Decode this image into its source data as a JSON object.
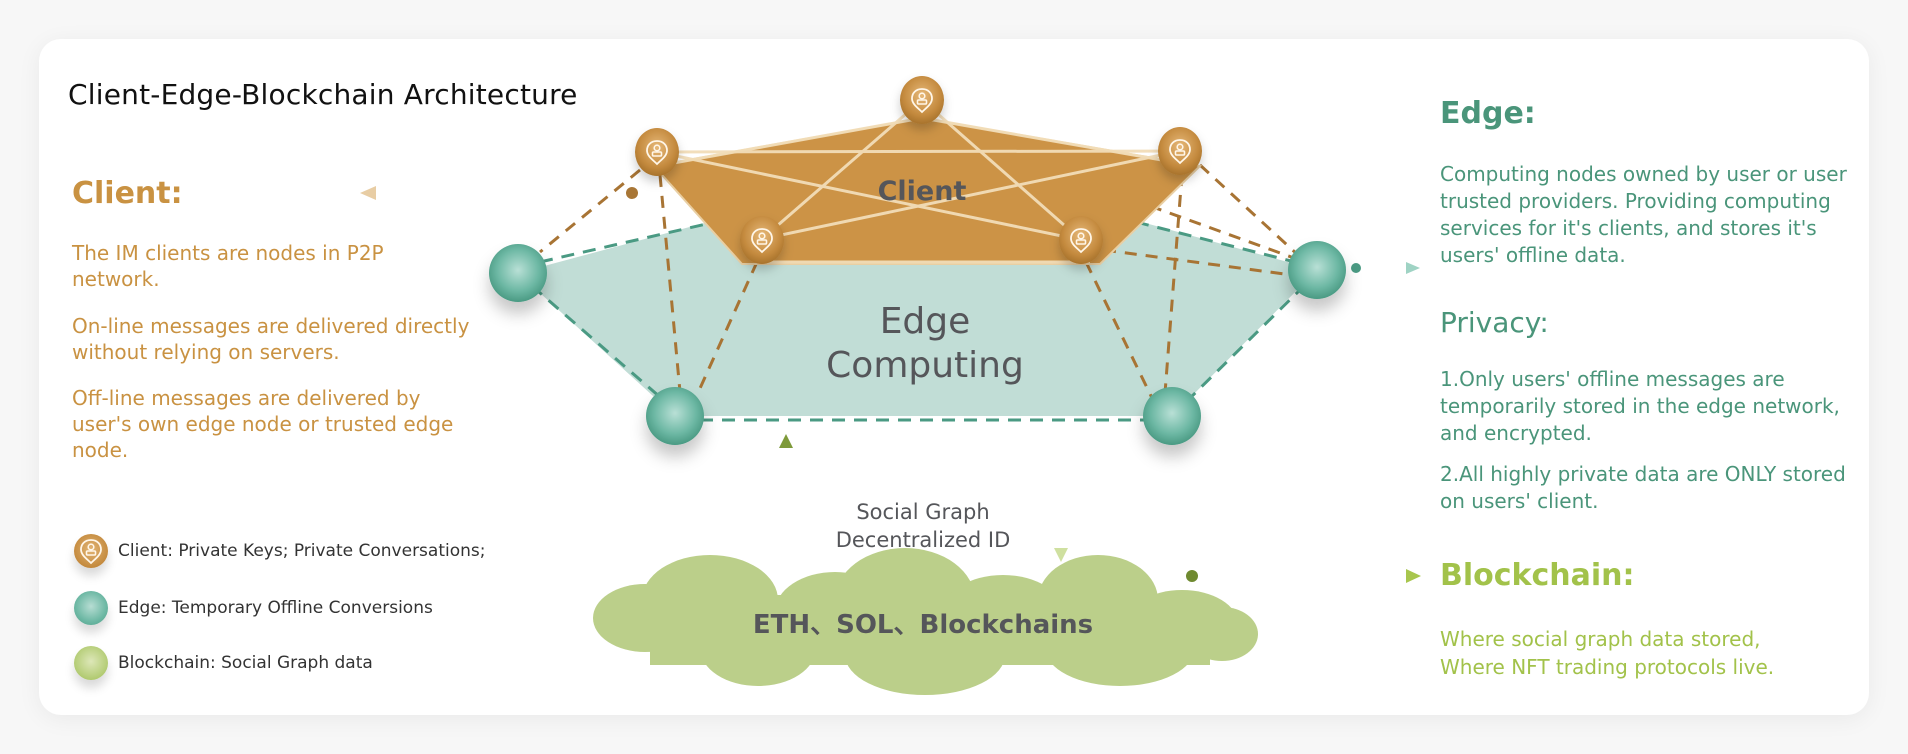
{
  "title": "Client-Edge-Blockchain Architecture",
  "colors": {
    "client": "#C99242",
    "edge": "#4A957A",
    "blockchain": "#A2C24A",
    "client_fill": "#CC9346",
    "edge_fill": "#C1DDD6",
    "cloud_fill": "#BBCF8A",
    "label_text": "#55565A"
  },
  "client_section": {
    "heading": "Client:",
    "paragraphs": [
      "The IM clients are nodes in P2P network.",
      "On-line messages are delivered directly without relying on servers.",
      "Off-line messages are delivered by user's own edge node or trusted edge node."
    ]
  },
  "edge_section": {
    "heading": "Edge:",
    "description": "Computing nodes owned by user or user trusted providers. Providing computing services for it's clients, and stores it's users' offline data.",
    "privacy_heading": "Privacy:",
    "privacy_points": [
      "1.Only users' offline messages are temporarily  stored in the edge network, and encrypted.",
      "2.All highly private data are ONLY stored on users' client."
    ]
  },
  "blockchain_section": {
    "heading": "Blockchain:",
    "lines": [
      "Where social graph data stored,",
      "Where NFT trading protocols live."
    ]
  },
  "diagram": {
    "client_layer_label": "Client",
    "edge_layer_label_line1": "Edge",
    "edge_layer_label_line2": "Computing",
    "social_graph_line1": "Social Graph",
    "social_graph_line2": "Decentralized ID",
    "cloud_label": "ETH、SOL、Blockchains",
    "client_node_icon": "user-location-pin-icon"
  },
  "legend": [
    {
      "label": "Client: Private Keys; Private Conversations;",
      "icon": "user-location-pin-icon"
    },
    {
      "label": "Edge: Temporary Offline Conversions",
      "icon": "teal-sphere-icon"
    },
    {
      "label": "Blockchain: Social Graph data",
      "icon": "green-sphere-icon"
    }
  ]
}
